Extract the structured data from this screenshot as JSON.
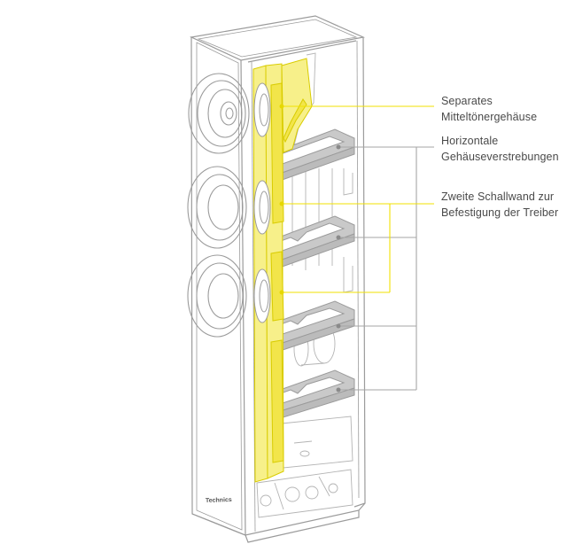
{
  "brand_label": "Technics",
  "callouts": [
    {
      "id": "midrange",
      "lines": [
        "Separates",
        "Mitteltönergehäuse"
      ],
      "color": "#f2e200"
    },
    {
      "id": "bracing",
      "lines": [
        "Horizontale",
        "Gehäuseverstrebungen"
      ],
      "color": "#a6a6a6"
    },
    {
      "id": "baffle",
      "lines": [
        "Zweite Schallwand zur",
        "Befestigung der Treiber"
      ],
      "color": "#f2e200"
    }
  ],
  "colors": {
    "outline": "#9b9b9b",
    "yellow_fill": "#f7f08a",
    "yellow_line": "#e6d800",
    "gray_fill": "#c9c9c9",
    "gray_line": "#a6a6a6"
  }
}
